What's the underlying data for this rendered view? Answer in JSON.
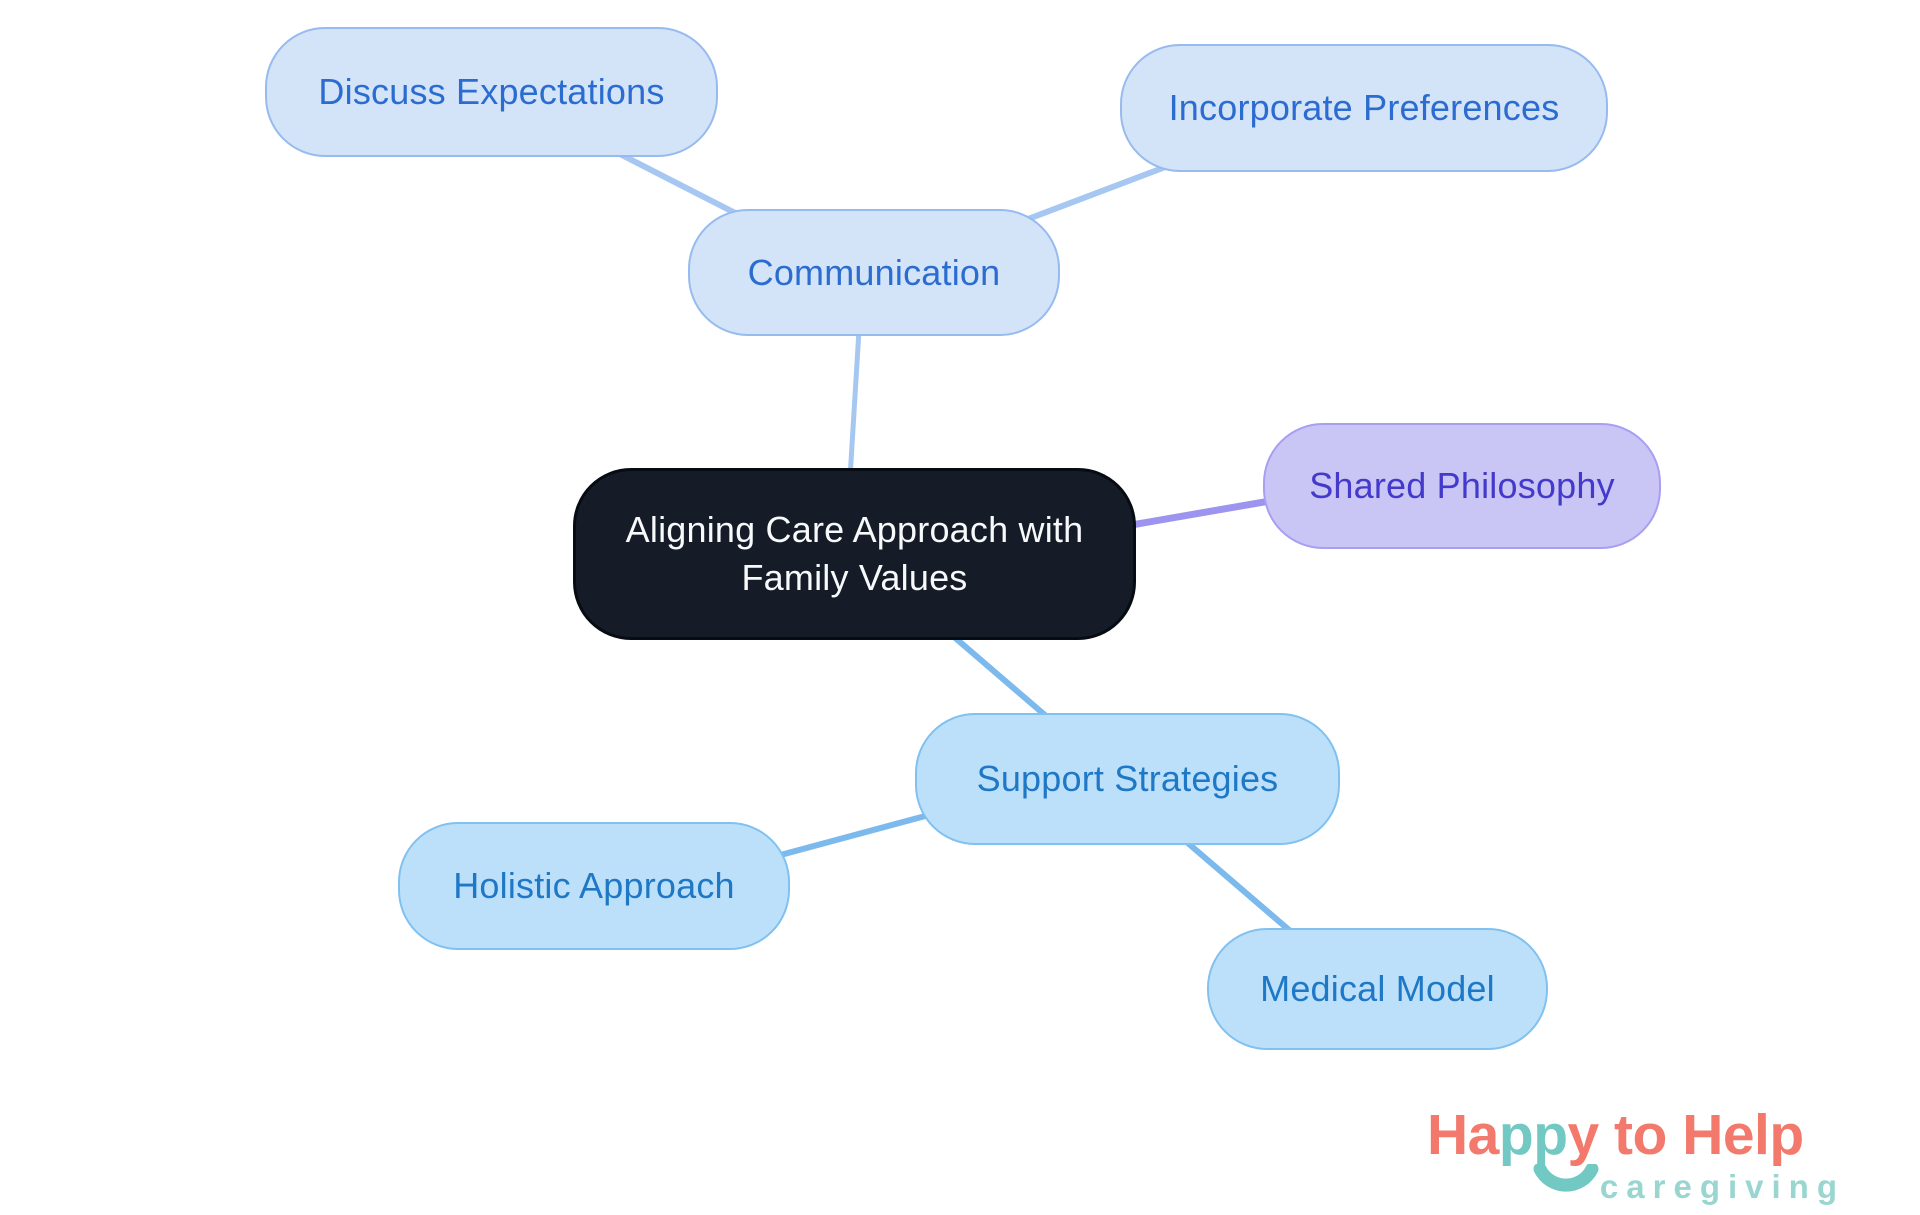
{
  "title": "Aligning Care Approach with Family Values mind map",
  "diagram": {
    "central": {
      "label": "Aligning Care Approach with Family Values",
      "label_lines": [
        "Aligning Care Approach with",
        "Family Values"
      ]
    },
    "branches": [
      {
        "label": "Communication",
        "children": [
          "Discuss Expectations",
          "Incorporate Preferences"
        ]
      },
      {
        "label": "Shared Philosophy",
        "children": []
      },
      {
        "label": "Support Strategies",
        "children": [
          "Holistic Approach",
          "Medical Model"
        ]
      }
    ]
  },
  "palette": {
    "background": "#ffffff",
    "central_fill": "#151C28",
    "central_border": "#070B12",
    "central_text": "#F7F9FB",
    "blue_fill": "#D3E3F8",
    "blue_border": "#97BBEE",
    "blue_text": "#2B6CD0",
    "cyan_fill": "#BDE0FA",
    "cyan_border": "#80C1F0",
    "cyan_text": "#1E78C6",
    "purple_fill": "#C9C5F5",
    "purple_border": "#A79FF1",
    "purple_text": "#4339CB",
    "link_light": "#A6C7F1",
    "link_sky": "#7CB9EC",
    "link_purple": "#9C94EF"
  },
  "logo": {
    "word_part1": "Ha",
    "word_part2": "pp",
    "word_part3": "y to Help",
    "tagline": "caregiving",
    "coral": "#F2796B",
    "teal": "#72C8C2",
    "teal_light": "#9AD6D0"
  }
}
